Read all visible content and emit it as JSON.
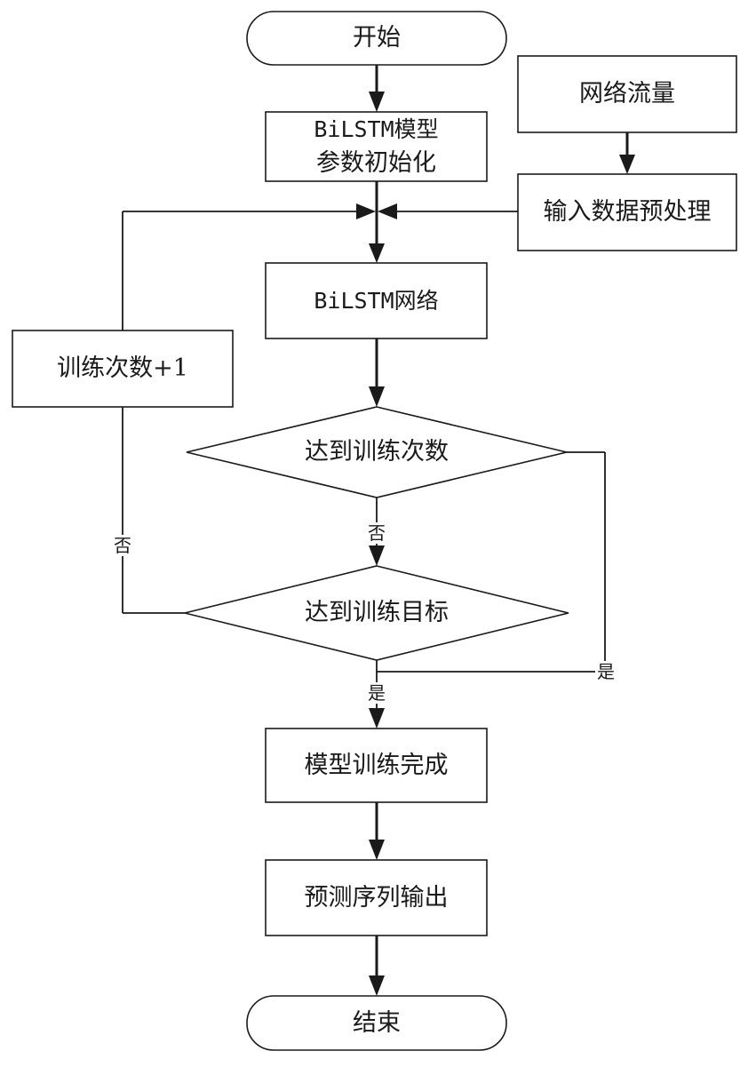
{
  "nodes": {
    "start": "开始",
    "init_line1": "BiLSTM模型",
    "init_line2": "参数初始化",
    "network_traffic": "网络流量",
    "preprocess": "输入数据预处理",
    "bilstm_net": "BiLSTM网络",
    "train_count_inc": "训练次数+1",
    "reach_count": "达到训练次数",
    "reach_target": "达到训练目标",
    "train_done": "模型训练完成",
    "predict_output": "预测序列输出",
    "end": "结束"
  },
  "edge_labels": {
    "count_no": "否",
    "target_no": "否",
    "target_yes": "是",
    "count_yes": "是"
  }
}
